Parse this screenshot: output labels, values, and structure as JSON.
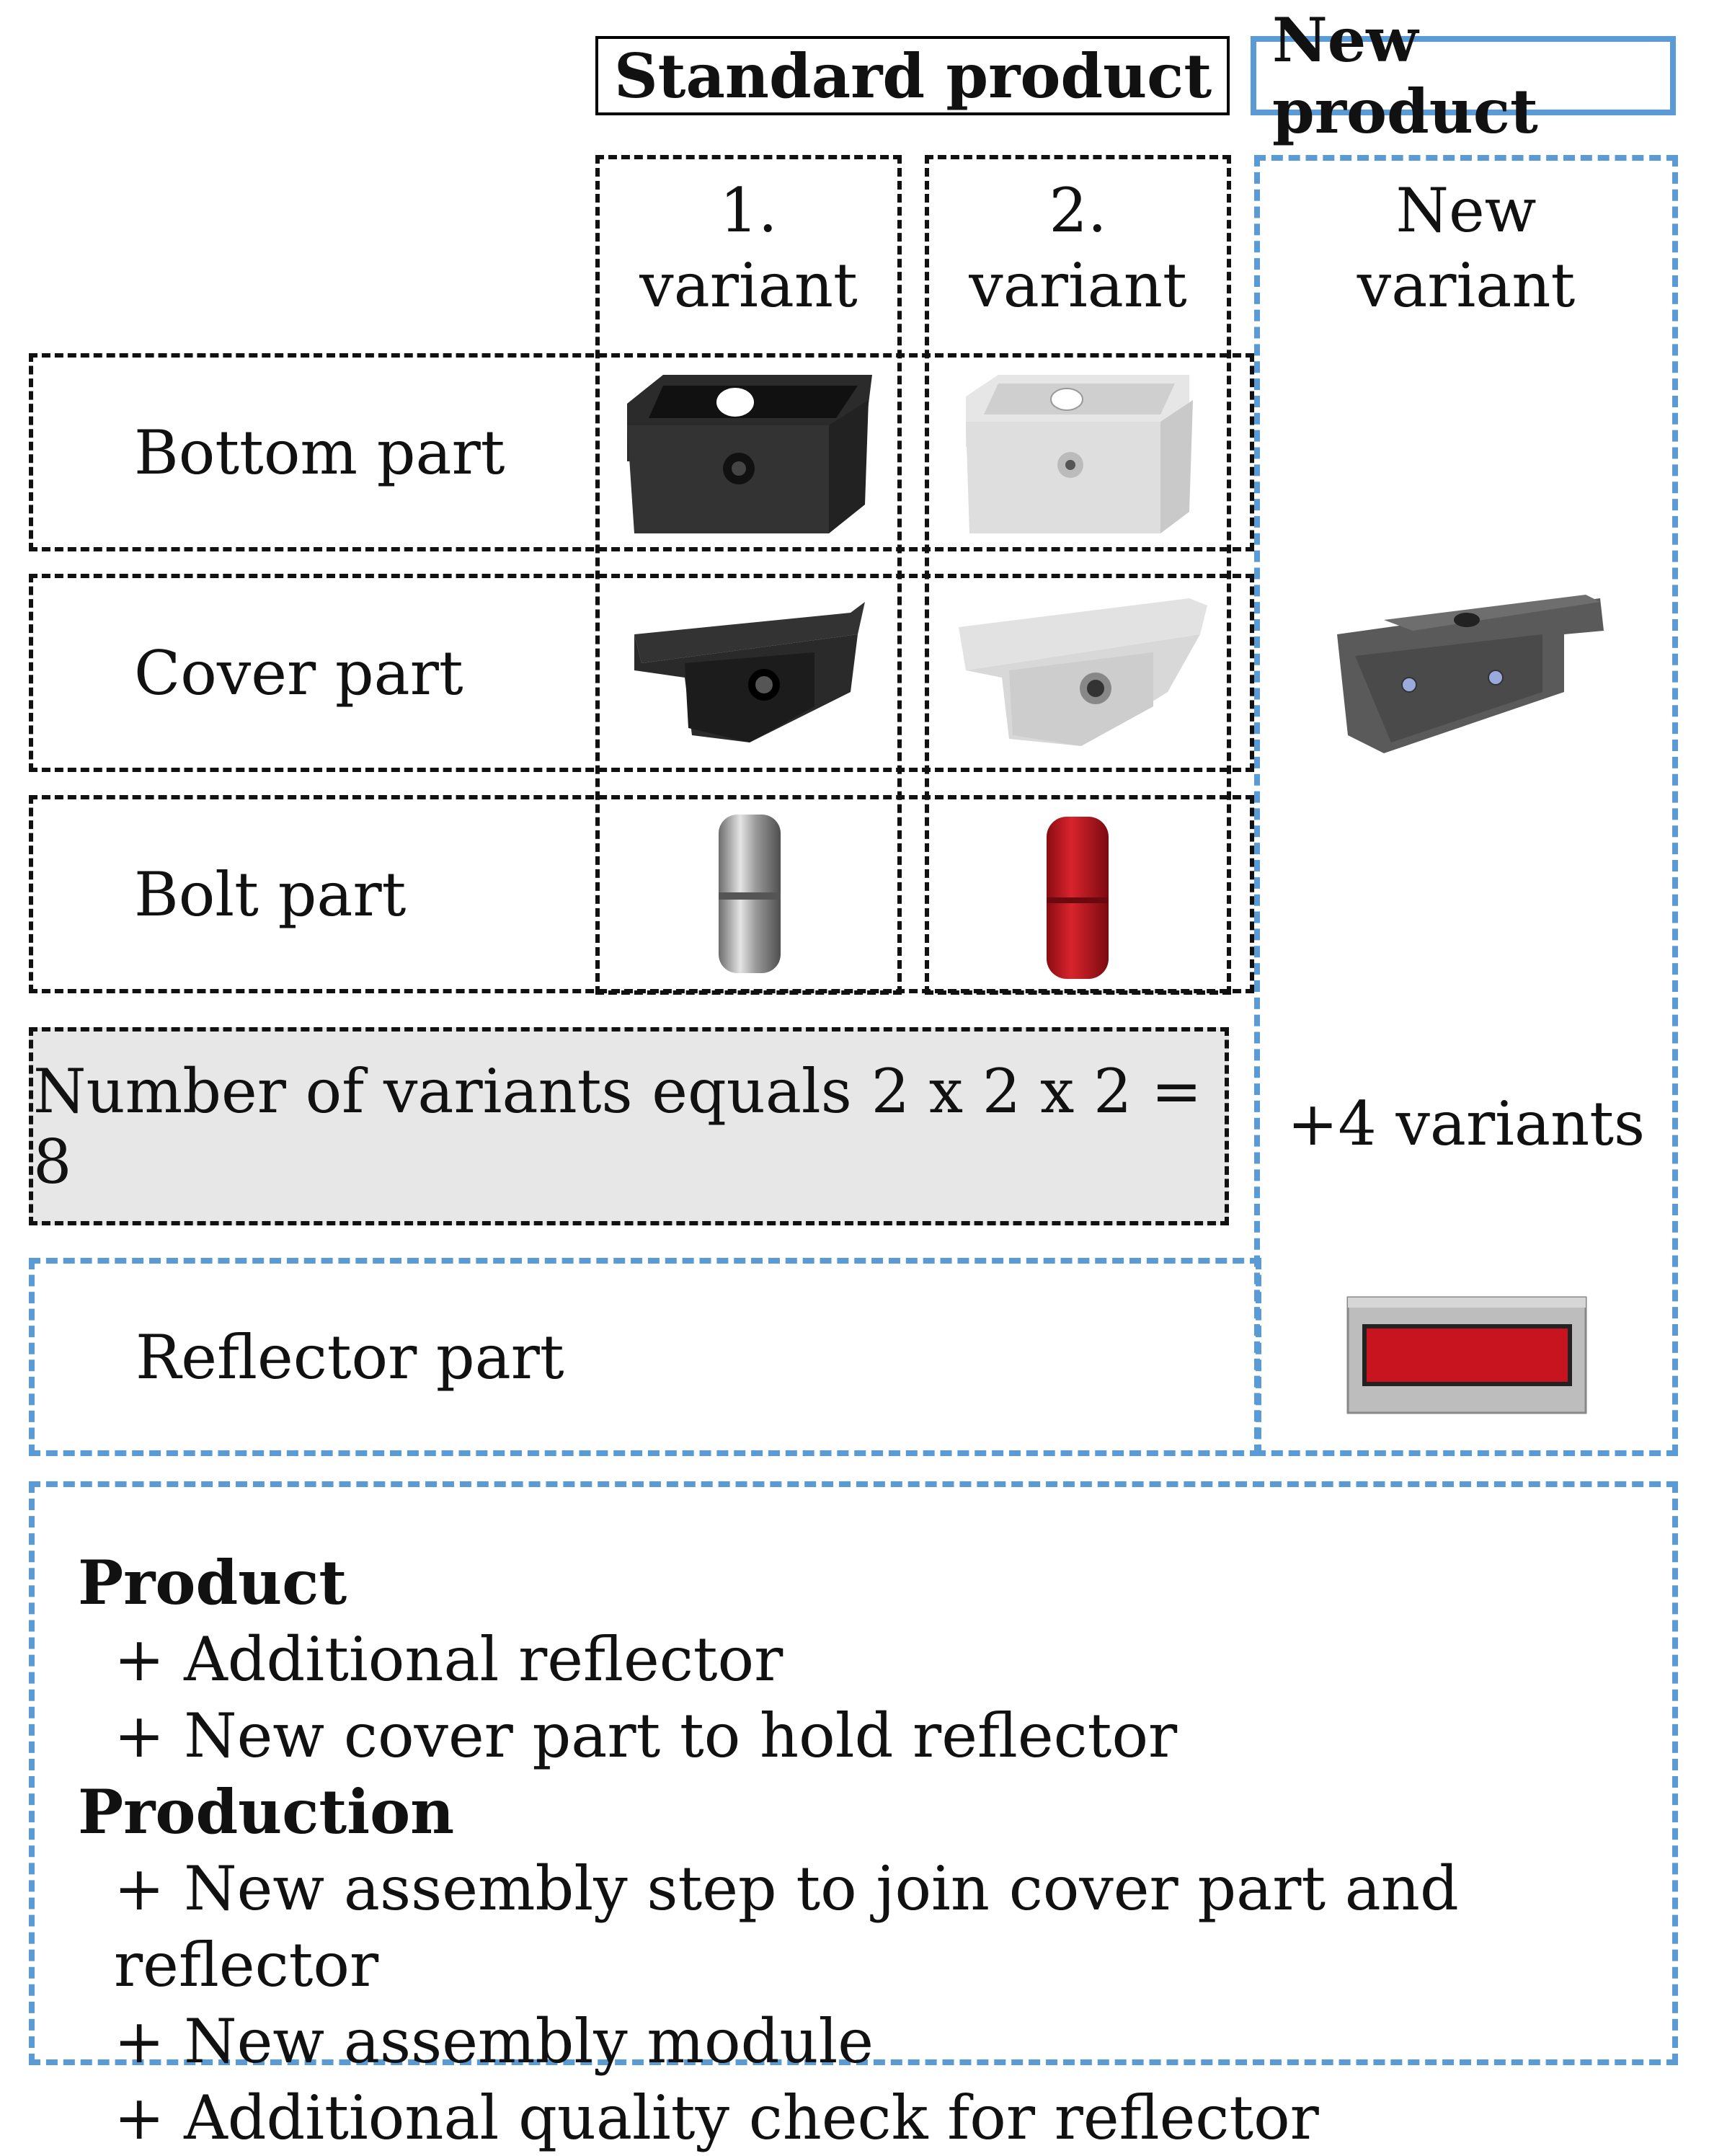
{
  "headers": {
    "standard": "Standard product",
    "new": "New product"
  },
  "columns": {
    "variant1": [
      "1.",
      "variant"
    ],
    "variant2": [
      "2.",
      "variant"
    ],
    "new_variant": [
      "New",
      "variant"
    ]
  },
  "rows": {
    "bottom": "Bottom part",
    "cover": "Cover part",
    "bolt": "Bolt part",
    "reflector": "Reflector part"
  },
  "summary": {
    "count": "Number of variants equals 2 x 2 x 2 = 8",
    "extra": "+4 variants"
  },
  "notes": {
    "product_title": "Product",
    "product_items": [
      "+ Additional reflector",
      "+ New cover part to hold reflector"
    ],
    "production_title": "Production",
    "production_items": [
      "+ New assembly step to join cover part and reflector",
      "+ New assembly module",
      "+ Additional quality check for reflector"
    ]
  },
  "colors": {
    "accent_blue": "#5b9bd5",
    "summary_bg": "#e7e7e7",
    "reflector_red": "#c8141e",
    "bolt_red": "#c0141c"
  }
}
